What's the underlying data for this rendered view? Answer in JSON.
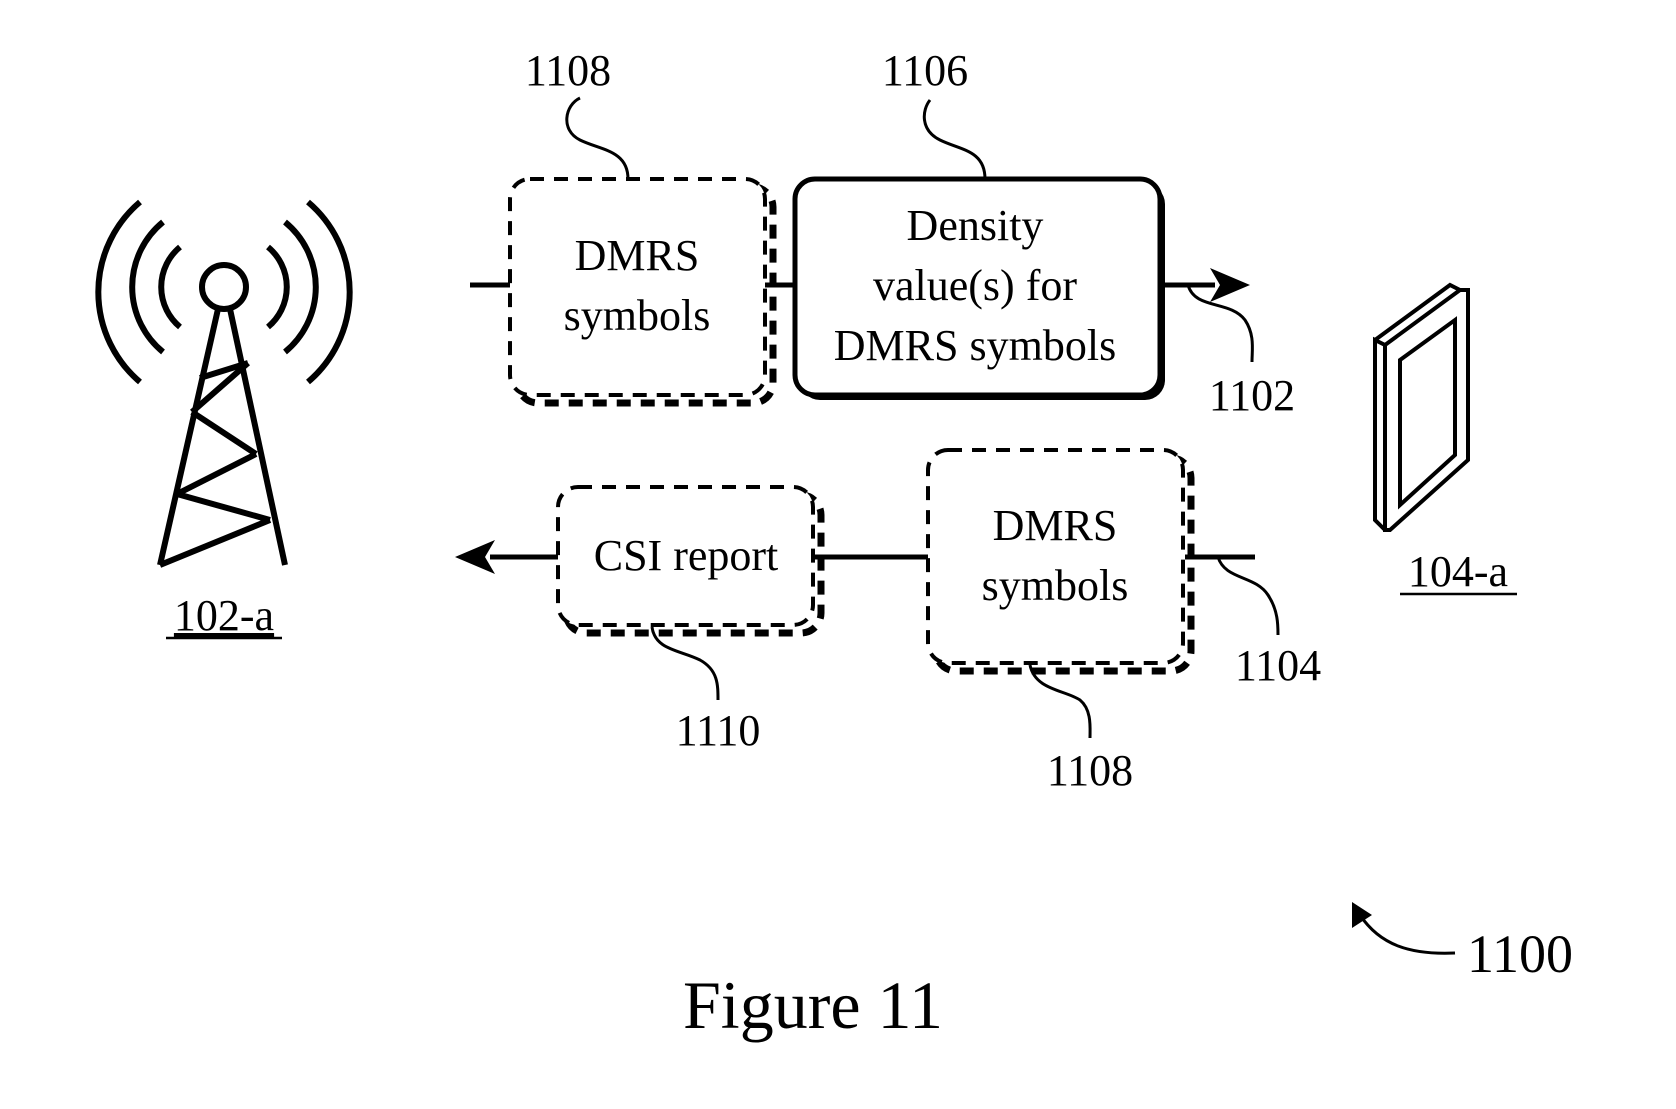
{
  "figure": {
    "caption": "Figure 11",
    "reference": "1100"
  },
  "base_station": {
    "label": "102-a"
  },
  "ue": {
    "label": "104-a"
  },
  "downlink": {
    "ref": "1102",
    "dmrs_box": {
      "line1": "DMRS",
      "line2": "symbols",
      "ref": "1108"
    },
    "density_box": {
      "line1": "Density",
      "line2": "value(s) for",
      "line3": "DMRS symbols",
      "ref": "1106"
    }
  },
  "uplink": {
    "ref": "1104",
    "dmrs_box": {
      "line1": "DMRS",
      "line2": "symbols",
      "ref": "1108"
    },
    "csi_box": {
      "line1": "CSI report",
      "ref": "1110"
    }
  },
  "colors": {
    "ink": "#000000",
    "background": "#ffffff"
  }
}
